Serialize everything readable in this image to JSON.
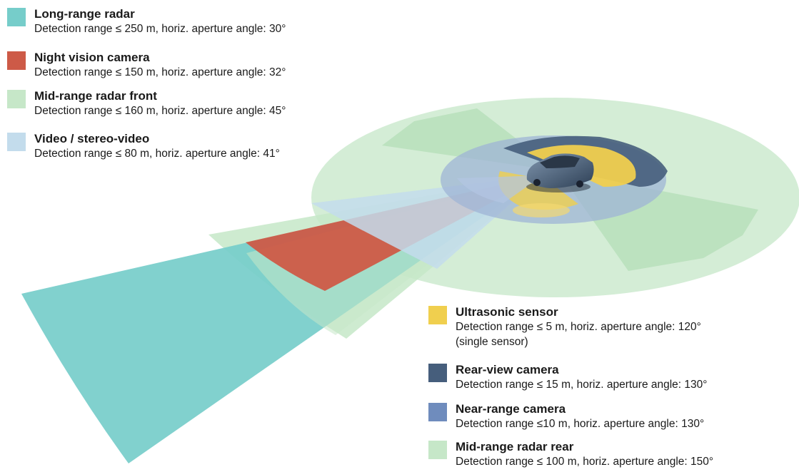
{
  "legend_top": [
    {
      "key": "long_range_radar",
      "title": "Long-range radar",
      "desc": "Detection range ≤ 250 m, horiz. aperture angle: 30°",
      "color": "#76cdca"
    },
    {
      "key": "night_vision_camera",
      "title": "Night vision camera",
      "desc": "Detection range ≤ 150 m, horiz. aperture angle: 32°",
      "color": "#cd5a47"
    },
    {
      "key": "mid_range_radar_front",
      "title": "Mid-range radar front",
      "desc": "Detection range ≤ 160 m, horiz. aperture angle: 45°",
      "color": "#c6e7c8"
    },
    {
      "key": "video_stereo_video",
      "title": "Video / stereo-video",
      "desc": "Detection range ≤ 80 m, horiz. aperture angle: 41°",
      "color": "#c3dcec"
    }
  ],
  "legend_bottom": [
    {
      "key": "ultrasonic_sensor",
      "title": "Ultrasonic sensor",
      "desc": "Detection range ≤ 5 m, horiz. aperture angle: 120°",
      "desc2": "(single sensor)",
      "color": "#f0cf4e"
    },
    {
      "key": "rear_view_camera",
      "title": "Rear-view camera",
      "desc": "Detection range ≤ 15 m, horiz. aperture angle: 130°",
      "color": "#465e7c"
    },
    {
      "key": "near_range_camera",
      "title": "Near-range camera",
      "desc": "Detection range ≤10 m, horiz. aperture angle: 130°",
      "color": "#6f8cbd"
    },
    {
      "key": "mid_range_radar_rear",
      "title": "Mid-range radar rear",
      "desc": "Detection range ≤ 100 m, horiz. aperture angle: 150°",
      "color": "#c6e7c8"
    }
  ]
}
